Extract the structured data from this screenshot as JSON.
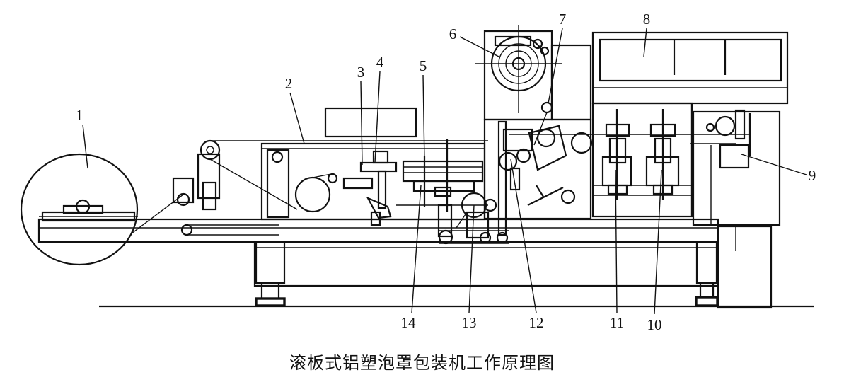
{
  "caption": "滚板式铝塑泡罩包装机工作原理图",
  "part_labels": [
    "1",
    "2",
    "3",
    "4",
    "5",
    "6",
    "7",
    "8",
    "9",
    "10",
    "11",
    "12",
    "13",
    "14"
  ]
}
